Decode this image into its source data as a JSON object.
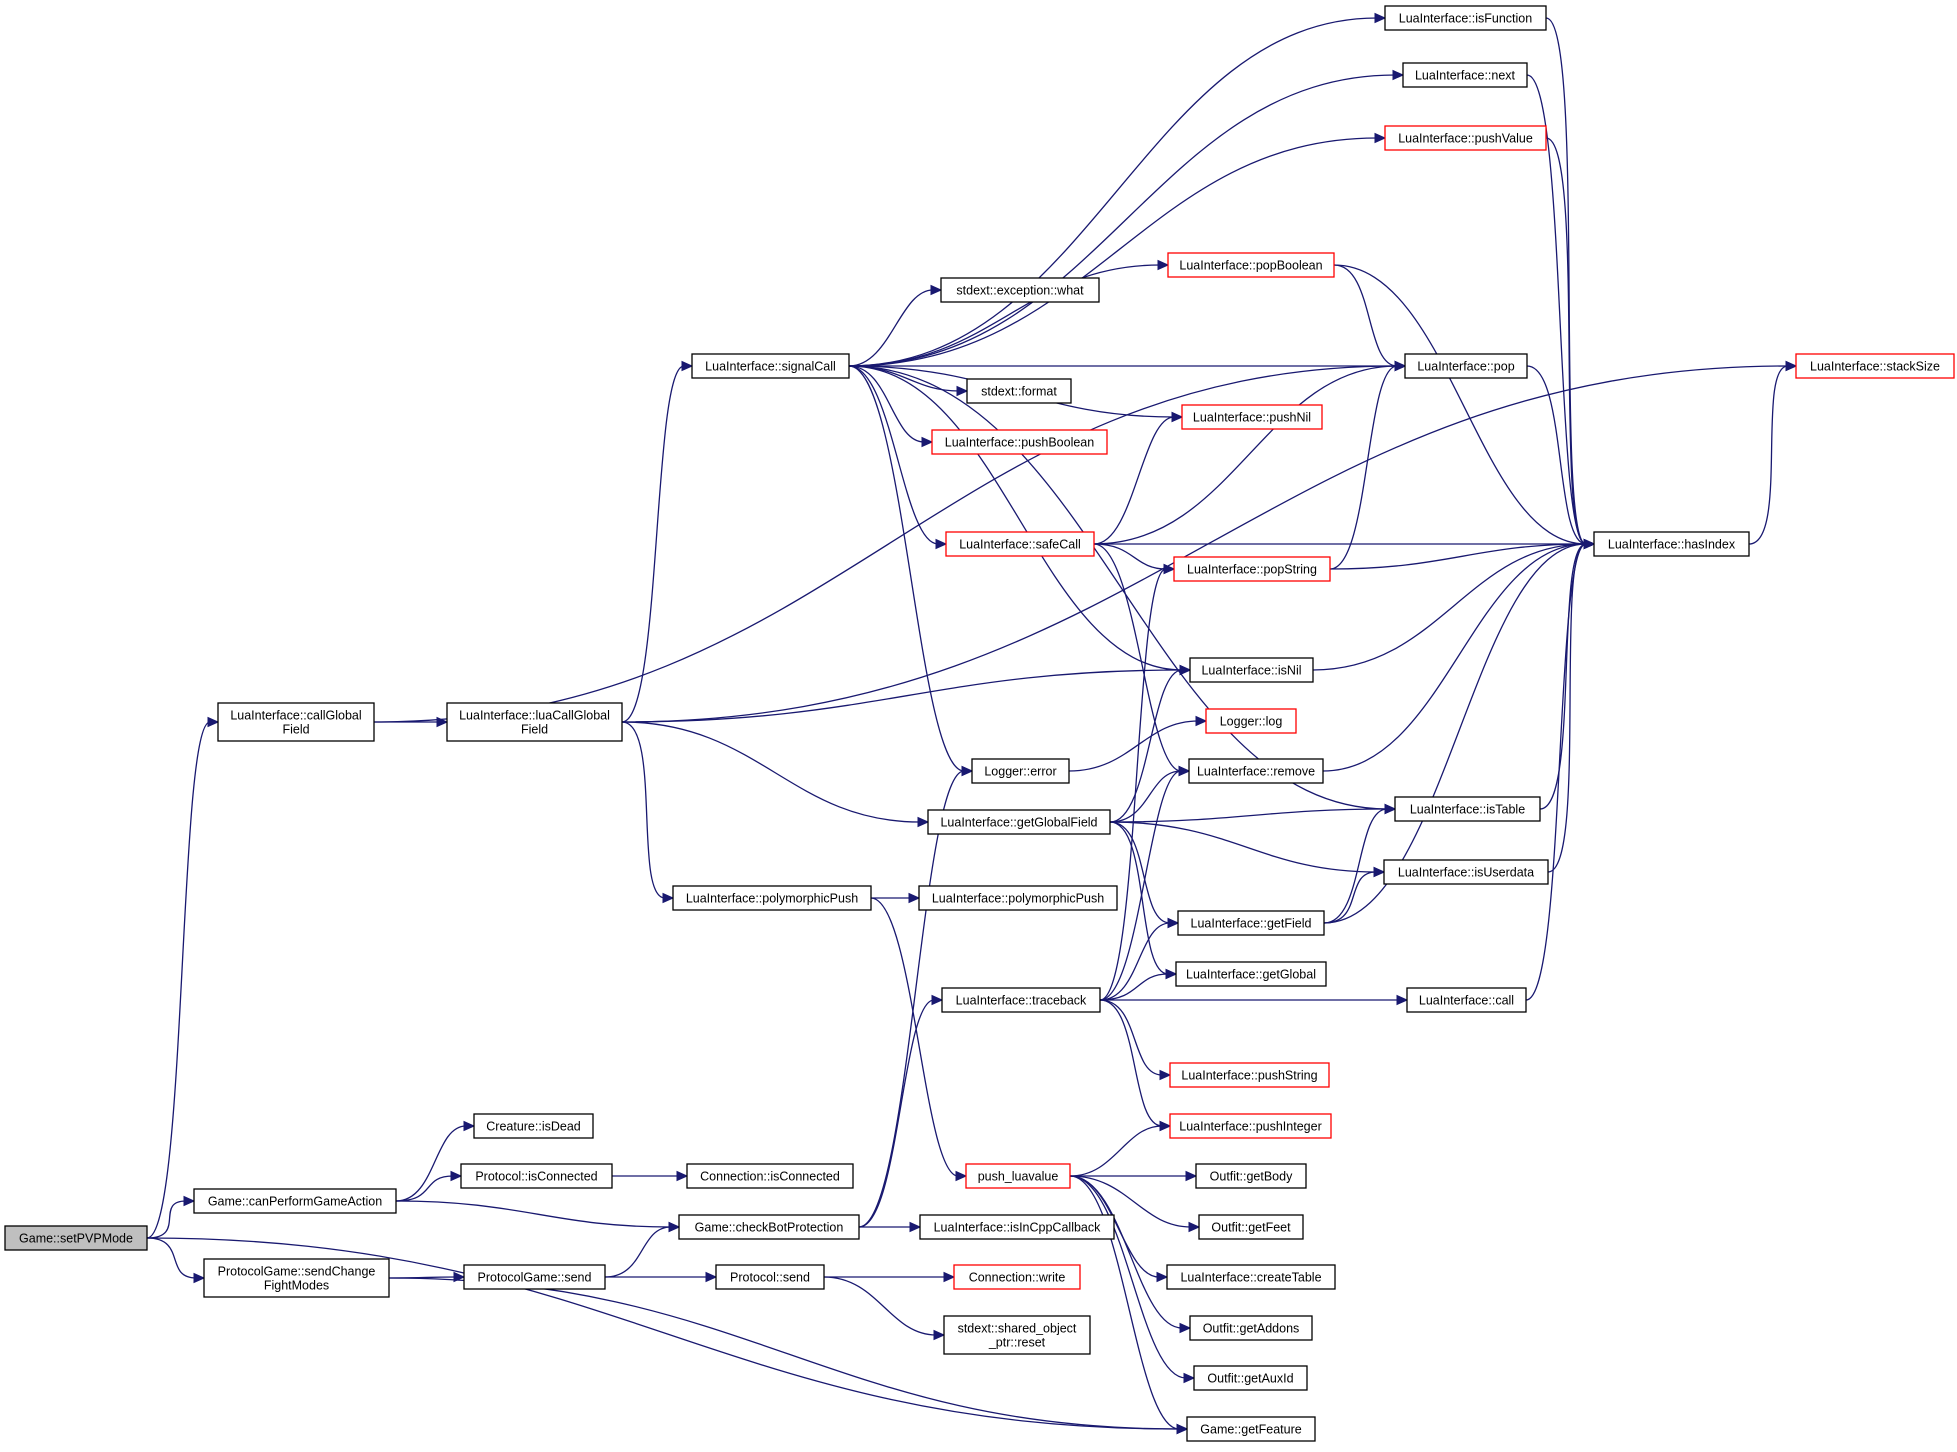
{
  "diagram": {
    "root": "setPVPMode",
    "colors": {
      "edge": "#191970",
      "node_border": "#000000",
      "truncated_border": "#ff0000",
      "root_fill": "#bfbfbf"
    },
    "nodes": [
      {
        "id": "setPVPMode",
        "lines": [
          "Game::setPVPMode"
        ],
        "kind": "root"
      },
      {
        "id": "callGlobalField",
        "lines": [
          "LuaInterface::callGlobal",
          "Field"
        ],
        "kind": "normal"
      },
      {
        "id": "luaCallGlobalField",
        "lines": [
          "LuaInterface::luaCallGlobal",
          "Field"
        ],
        "kind": "normal"
      },
      {
        "id": "signalCall",
        "lines": [
          "LuaInterface::signalCall"
        ],
        "kind": "normal"
      },
      {
        "id": "isFunction",
        "lines": [
          "LuaInterface::isFunction"
        ],
        "kind": "normal"
      },
      {
        "id": "next",
        "lines": [
          "LuaInterface::next"
        ],
        "kind": "normal"
      },
      {
        "id": "pushValue",
        "lines": [
          "LuaInterface::pushValue"
        ],
        "kind": "truncated"
      },
      {
        "id": "popBoolean",
        "lines": [
          "LuaInterface::popBoolean"
        ],
        "kind": "truncated"
      },
      {
        "id": "exceptionWhat",
        "lines": [
          "stdext::exception::what"
        ],
        "kind": "normal"
      },
      {
        "id": "pop",
        "lines": [
          "LuaInterface::pop"
        ],
        "kind": "normal"
      },
      {
        "id": "stackSize",
        "lines": [
          "LuaInterface::stackSize"
        ],
        "kind": "truncated"
      },
      {
        "id": "stdFormat",
        "lines": [
          "stdext::format"
        ],
        "kind": "normal"
      },
      {
        "id": "pushNil",
        "lines": [
          "LuaInterface::pushNil"
        ],
        "kind": "truncated"
      },
      {
        "id": "pushBoolean",
        "lines": [
          "LuaInterface::pushBoolean"
        ],
        "kind": "truncated"
      },
      {
        "id": "safeCall",
        "lines": [
          "LuaInterface::safeCall"
        ],
        "kind": "truncated"
      },
      {
        "id": "hasIndex",
        "lines": [
          "LuaInterface::hasIndex"
        ],
        "kind": "normal"
      },
      {
        "id": "popString",
        "lines": [
          "LuaInterface::popString"
        ],
        "kind": "truncated"
      },
      {
        "id": "isNil",
        "lines": [
          "LuaInterface::isNil"
        ],
        "kind": "normal"
      },
      {
        "id": "loggerLog",
        "lines": [
          "Logger::log"
        ],
        "kind": "truncated"
      },
      {
        "id": "loggerError",
        "lines": [
          "Logger::error"
        ],
        "kind": "normal"
      },
      {
        "id": "remove",
        "lines": [
          "LuaInterface::remove"
        ],
        "kind": "normal"
      },
      {
        "id": "isTable",
        "lines": [
          "LuaInterface::isTable"
        ],
        "kind": "normal"
      },
      {
        "id": "getGlobalField",
        "lines": [
          "LuaInterface::getGlobalField"
        ],
        "kind": "normal"
      },
      {
        "id": "isUserdata",
        "lines": [
          "LuaInterface::isUserdata"
        ],
        "kind": "normal"
      },
      {
        "id": "polymorphicPush1",
        "lines": [
          "LuaInterface::polymorphicPush"
        ],
        "kind": "normal"
      },
      {
        "id": "polymorphicPush2",
        "lines": [
          "LuaInterface::polymorphicPush"
        ],
        "kind": "normal"
      },
      {
        "id": "getField",
        "lines": [
          "LuaInterface::getField"
        ],
        "kind": "normal"
      },
      {
        "id": "getGlobal",
        "lines": [
          "LuaInterface::getGlobal"
        ],
        "kind": "normal"
      },
      {
        "id": "traceback",
        "lines": [
          "LuaInterface::traceback"
        ],
        "kind": "normal"
      },
      {
        "id": "call",
        "lines": [
          "LuaInterface::call"
        ],
        "kind": "normal"
      },
      {
        "id": "pushString",
        "lines": [
          "LuaInterface::pushString"
        ],
        "kind": "truncated"
      },
      {
        "id": "pushInteger",
        "lines": [
          "LuaInterface::pushInteger"
        ],
        "kind": "truncated"
      },
      {
        "id": "isDead",
        "lines": [
          "Creature::isDead"
        ],
        "kind": "normal"
      },
      {
        "id": "protocolIsConnected",
        "lines": [
          "Protocol::isConnected"
        ],
        "kind": "normal"
      },
      {
        "id": "connectionIsConnected",
        "lines": [
          "Connection::isConnected"
        ],
        "kind": "normal"
      },
      {
        "id": "canPerformGameAction",
        "lines": [
          "Game::canPerformGameAction"
        ],
        "kind": "normal"
      },
      {
        "id": "pushLuavalue",
        "lines": [
          "push_luavalue"
        ],
        "kind": "truncated"
      },
      {
        "id": "getBody",
        "lines": [
          "Outfit::getBody"
        ],
        "kind": "normal"
      },
      {
        "id": "checkBotProtection",
        "lines": [
          "Game::checkBotProtection"
        ],
        "kind": "normal"
      },
      {
        "id": "isInCppCallback",
        "lines": [
          "LuaInterface::isInCppCallback"
        ],
        "kind": "normal"
      },
      {
        "id": "getFeet",
        "lines": [
          "Outfit::getFeet"
        ],
        "kind": "normal"
      },
      {
        "id": "sendChangeFightModes",
        "lines": [
          "ProtocolGame::sendChange",
          "FightModes"
        ],
        "kind": "normal"
      },
      {
        "id": "protocolGameSend",
        "lines": [
          "ProtocolGame::send"
        ],
        "kind": "normal"
      },
      {
        "id": "protocolSend",
        "lines": [
          "Protocol::send"
        ],
        "kind": "normal"
      },
      {
        "id": "connectionWrite",
        "lines": [
          "Connection::write"
        ],
        "kind": "truncated"
      },
      {
        "id": "createTable",
        "lines": [
          "LuaInterface::createTable"
        ],
        "kind": "normal"
      },
      {
        "id": "sharedReset",
        "lines": [
          "stdext::shared_object",
          "_ptr::reset"
        ],
        "kind": "normal"
      },
      {
        "id": "getAddons",
        "lines": [
          "Outfit::getAddons"
        ],
        "kind": "normal"
      },
      {
        "id": "getAuxId",
        "lines": [
          "Outfit::getAuxId"
        ],
        "kind": "normal"
      },
      {
        "id": "getFeature",
        "lines": [
          "Game::getFeature"
        ],
        "kind": "normal"
      }
    ],
    "edges": [
      {
        "from": "setPVPMode",
        "to": "callGlobalField"
      },
      {
        "from": "setPVPMode",
        "to": "canPerformGameAction"
      },
      {
        "from": "setPVPMode",
        "to": "sendChangeFightModes"
      },
      {
        "from": "setPVPMode",
        "to": "getFeature"
      },
      {
        "from": "callGlobalField",
        "to": "luaCallGlobalField"
      },
      {
        "from": "callGlobalField",
        "to": "pop"
      },
      {
        "from": "luaCallGlobalField",
        "to": "signalCall"
      },
      {
        "from": "luaCallGlobalField",
        "to": "stackSize"
      },
      {
        "from": "luaCallGlobalField",
        "to": "isNil"
      },
      {
        "from": "luaCallGlobalField",
        "to": "getGlobalField"
      },
      {
        "from": "luaCallGlobalField",
        "to": "polymorphicPush1"
      },
      {
        "from": "signalCall",
        "to": "isFunction"
      },
      {
        "from": "signalCall",
        "to": "next"
      },
      {
        "from": "signalCall",
        "to": "pushValue"
      },
      {
        "from": "signalCall",
        "to": "popBoolean"
      },
      {
        "from": "signalCall",
        "to": "exceptionWhat"
      },
      {
        "from": "signalCall",
        "to": "pop"
      },
      {
        "from": "signalCall",
        "to": "stdFormat"
      },
      {
        "from": "signalCall",
        "to": "pushNil"
      },
      {
        "from": "signalCall",
        "to": "pushBoolean"
      },
      {
        "from": "signalCall",
        "to": "safeCall"
      },
      {
        "from": "signalCall",
        "to": "isNil"
      },
      {
        "from": "signalCall",
        "to": "loggerError"
      },
      {
        "from": "signalCall",
        "to": "isTable"
      },
      {
        "from": "isFunction",
        "to": "hasIndex"
      },
      {
        "from": "next",
        "to": "hasIndex"
      },
      {
        "from": "pushValue",
        "to": "hasIndex"
      },
      {
        "from": "popBoolean",
        "to": "pop"
      },
      {
        "from": "popBoolean",
        "to": "hasIndex"
      },
      {
        "from": "pop",
        "to": "hasIndex"
      },
      {
        "from": "safeCall",
        "to": "pop"
      },
      {
        "from": "safeCall",
        "to": "pushNil"
      },
      {
        "from": "safeCall",
        "to": "hasIndex"
      },
      {
        "from": "safeCall",
        "to": "popString"
      },
      {
        "from": "safeCall",
        "to": "remove"
      },
      {
        "from": "popString",
        "to": "pop"
      },
      {
        "from": "popString",
        "to": "hasIndex"
      },
      {
        "from": "isNil",
        "to": "hasIndex"
      },
      {
        "from": "loggerError",
        "to": "loggerLog"
      },
      {
        "from": "remove",
        "to": "hasIndex"
      },
      {
        "from": "isTable",
        "to": "hasIndex"
      },
      {
        "from": "isUserdata",
        "to": "hasIndex"
      },
      {
        "from": "getField",
        "to": "hasIndex"
      },
      {
        "from": "getField",
        "to": "isTable"
      },
      {
        "from": "getField",
        "to": "isUserdata"
      },
      {
        "from": "call",
        "to": "hasIndex"
      },
      {
        "from": "hasIndex",
        "to": "stackSize"
      },
      {
        "from": "getGlobalField",
        "to": "isNil"
      },
      {
        "from": "getGlobalField",
        "to": "remove"
      },
      {
        "from": "getGlobalField",
        "to": "isTable"
      },
      {
        "from": "getGlobalField",
        "to": "isUserdata"
      },
      {
        "from": "getGlobalField",
        "to": "getField"
      },
      {
        "from": "getGlobalField",
        "to": "getGlobal"
      },
      {
        "from": "polymorphicPush1",
        "to": "polymorphicPush2"
      },
      {
        "from": "polymorphicPush1",
        "to": "pushLuavalue"
      },
      {
        "from": "traceback",
        "to": "popString"
      },
      {
        "from": "traceback",
        "to": "remove"
      },
      {
        "from": "traceback",
        "to": "getField"
      },
      {
        "from": "traceback",
        "to": "getGlobal"
      },
      {
        "from": "traceback",
        "to": "call"
      },
      {
        "from": "traceback",
        "to": "pushString"
      },
      {
        "from": "traceback",
        "to": "pushInteger"
      },
      {
        "from": "canPerformGameAction",
        "to": "isDead"
      },
      {
        "from": "canPerformGameAction",
        "to": "protocolIsConnected"
      },
      {
        "from": "canPerformGameAction",
        "to": "checkBotProtection"
      },
      {
        "from": "protocolIsConnected",
        "to": "connectionIsConnected"
      },
      {
        "from": "checkBotProtection",
        "to": "traceback"
      },
      {
        "from": "checkBotProtection",
        "to": "loggerError"
      },
      {
        "from": "checkBotProtection",
        "to": "isInCppCallback"
      },
      {
        "from": "pushLuavalue",
        "to": "pushInteger"
      },
      {
        "from": "pushLuavalue",
        "to": "getBody"
      },
      {
        "from": "pushLuavalue",
        "to": "getFeet"
      },
      {
        "from": "pushLuavalue",
        "to": "createTable"
      },
      {
        "from": "pushLuavalue",
        "to": "getAddons"
      },
      {
        "from": "pushLuavalue",
        "to": "getAuxId"
      },
      {
        "from": "pushLuavalue",
        "to": "getFeature"
      },
      {
        "from": "sendChangeFightModes",
        "to": "protocolGameSend"
      },
      {
        "from": "sendChangeFightModes",
        "to": "getFeature"
      },
      {
        "from": "protocolGameSend",
        "to": "checkBotProtection"
      },
      {
        "from": "protocolGameSend",
        "to": "protocolSend"
      },
      {
        "from": "protocolSend",
        "to": "connectionWrite"
      },
      {
        "from": "protocolSend",
        "to": "sharedReset"
      }
    ]
  }
}
